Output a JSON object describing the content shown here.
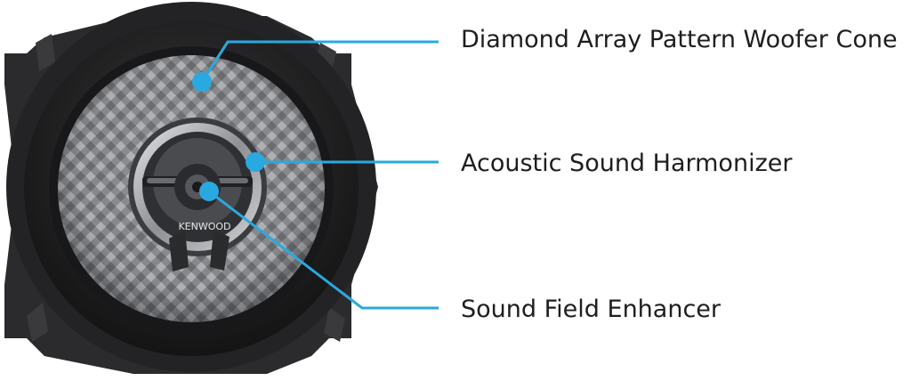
{
  "brand": {
    "logo_text": "KENWOOD"
  },
  "callouts": [
    {
      "label": "Diamond Array Pattern Woofer Cone"
    },
    {
      "label": "Acoustic Sound Harmonizer"
    },
    {
      "label": "Sound Field Enhancer"
    }
  ],
  "colors": {
    "callout_line": "#29a9e0",
    "callout_dot": "#29a9e0",
    "label_text": "#1e1e1e",
    "speaker_frame": "#2b2b2d",
    "surround": "#1d1d1f",
    "cone": "#8e9094"
  }
}
